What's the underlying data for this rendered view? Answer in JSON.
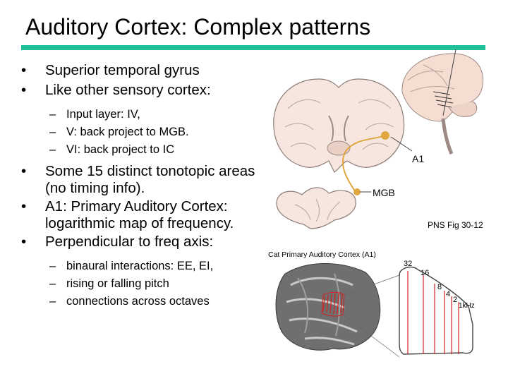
{
  "slide": {
    "title": "Auditory Cortex: Complex patterns",
    "accent_color": "#1fbf98",
    "bullets_top": [
      "Superior temporal gyrus",
      "Like other sensory cortex:"
    ],
    "sub_layers": [
      "Input layer: IV,",
      "V: back project to MGB.",
      "VI: back project to IC"
    ],
    "bullets_mid": [
      "Some 15 distinct tonotopic areas (no timing info).",
      "A1: Primary Auditory Cortex: logarithmic map of frequency.",
      "Perpendicular to freq axis:"
    ],
    "sub_perp": [
      "binaural interactions: EE, EI,",
      "rising or falling pitch",
      "connections across octaves"
    ],
    "figure": {
      "label_a1": "A1",
      "label_mgb": "MGB",
      "cat_caption": "Cat Primary Auditory Cortex (A1)",
      "freq_labels": [
        "32",
        "16",
        "8",
        "4",
        "2",
        "1kHz"
      ],
      "projection_color": "#e0a640",
      "map_color": "#d42020"
    },
    "credit": "PNS Fig 30-12"
  }
}
